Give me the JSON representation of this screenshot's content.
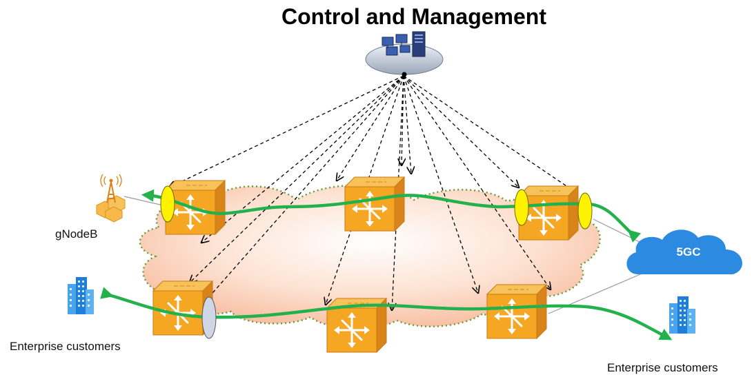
{
  "title": "Control and Management",
  "labels": {
    "gnodeb": "gNodeB",
    "enterprise_left": "Enterprise customers",
    "enterprise_right": "Enterprise customers",
    "core": "5GC"
  },
  "colors": {
    "router_face": "#f5a623",
    "router_side": "#d9841a",
    "router_top": "#f8c25a",
    "path_green": "#23b14d",
    "cloud_blue": "#2c8be0",
    "network_cloud": "#fbd3bd",
    "cloud_border": "#6a9a3a",
    "endpoint_yellow": "#fff200",
    "endpoint_gray": "#cfd6e6",
    "building_blue": "#1f7ed8"
  },
  "icons": [
    "management-server-icon",
    "cell-tower-icon",
    "building-icon",
    "router-icon",
    "cloud-icon"
  ]
}
